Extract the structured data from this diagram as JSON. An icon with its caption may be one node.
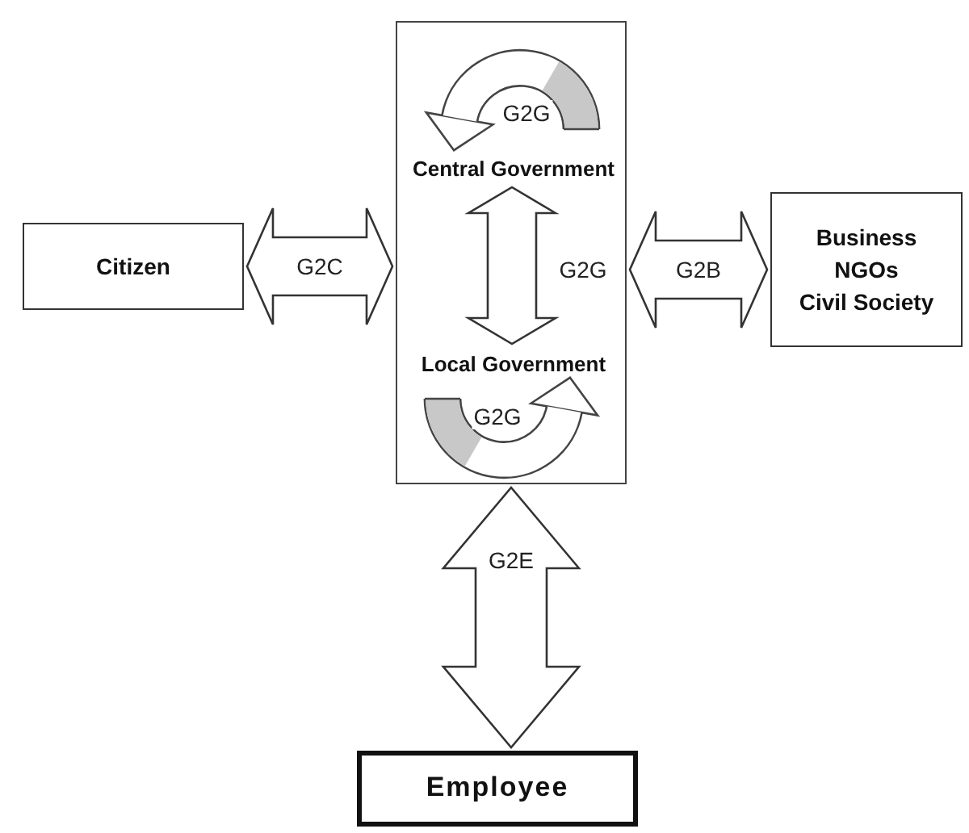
{
  "diagram": {
    "nodes": [
      {
        "text": [],
        "shape": "box"
      },
      {
        "text": [
          "Central Government"
        ],
        "in": 0
      },
      {
        "text": [
          "Local Government"
        ],
        "in": 0
      },
      {
        "text": [
          "Citizen"
        ]
      },
      {
        "text": [
          "Business",
          "NGOs",
          "Civil Society"
        ]
      },
      {
        "text": [
          "Employee"
        ]
      }
    ],
    "edges": [
      {
        "from": 1,
        "to": 1,
        "arrow": "to",
        "label": "G2G"
      },
      {
        "from": 3,
        "to": 0,
        "arrow": "both",
        "label": "G2C"
      },
      {
        "from": 1,
        "to": 2,
        "arrow": "both",
        "label": "G2G"
      },
      {
        "from": 0,
        "to": 4,
        "arrow": "both",
        "label": "G2B"
      },
      {
        "from": 2,
        "to": 2,
        "arrow": "to",
        "label": "G2G"
      },
      {
        "from": 0,
        "to": 5,
        "arrow": "both",
        "label": "G2E"
      }
    ]
  }
}
